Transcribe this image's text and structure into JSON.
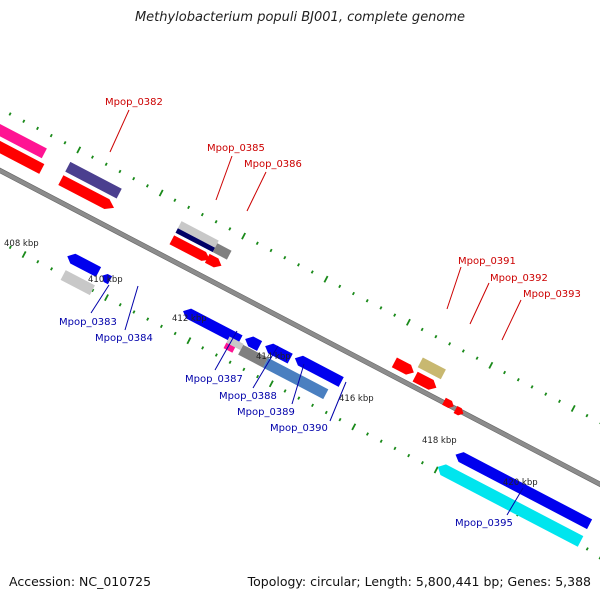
{
  "title": "Methylobacterium populi BJ001, complete genome",
  "footer": {
    "accession": "Accession: NC_010725",
    "summary": "Topology: circular; Length: 5,800,441 bp; Genes: 5,388"
  },
  "ruler_labels": [
    "408 kbp",
    "410 kbp",
    "412 kbp",
    "414 kbp",
    "416 kbp",
    "418 kbp",
    "420 kbp"
  ],
  "gene_labels": [
    {
      "id": "g0382",
      "text": "Mpop_0382",
      "strand": "plus"
    },
    {
      "id": "g0383",
      "text": "Mpop_0383",
      "strand": "minus"
    },
    {
      "id": "g0384",
      "text": "Mpop_0384",
      "strand": "minus"
    },
    {
      "id": "g0385",
      "text": "Mpop_0385",
      "strand": "plus"
    },
    {
      "id": "g0386",
      "text": "Mpop_0386",
      "strand": "plus"
    },
    {
      "id": "g0387",
      "text": "Mpop_0387",
      "strand": "minus"
    },
    {
      "id": "g0388",
      "text": "Mpop_0388",
      "strand": "minus"
    },
    {
      "id": "g0389",
      "text": "Mpop_0389",
      "strand": "minus"
    },
    {
      "id": "g0390",
      "text": "Mpop_0390",
      "strand": "minus"
    },
    {
      "id": "g0391",
      "text": "Mpop_0391",
      "strand": "plus"
    },
    {
      "id": "g0392",
      "text": "Mpop_0392",
      "strand": "plus"
    },
    {
      "id": "g0393",
      "text": "Mpop_0393",
      "strand": "plus"
    },
    {
      "id": "g0395",
      "text": "Mpop_0395",
      "strand": "minus"
    }
  ],
  "colors": {
    "plus_label": "#cc0000",
    "minus_label": "#0000aa",
    "backbone": "#8c8c8c",
    "tick": "#1a8a1a",
    "cds": "#ff0000",
    "minus_cds": "#0000ee",
    "magenta": "#ff1493",
    "slate": "#4b3f8f",
    "navy": "#000066",
    "grey": "#808080",
    "silver": "#c8c8c8",
    "khaki": "#c8b870",
    "steel": "#4a7fc0",
    "cyan": "#00e5ee"
  }
}
